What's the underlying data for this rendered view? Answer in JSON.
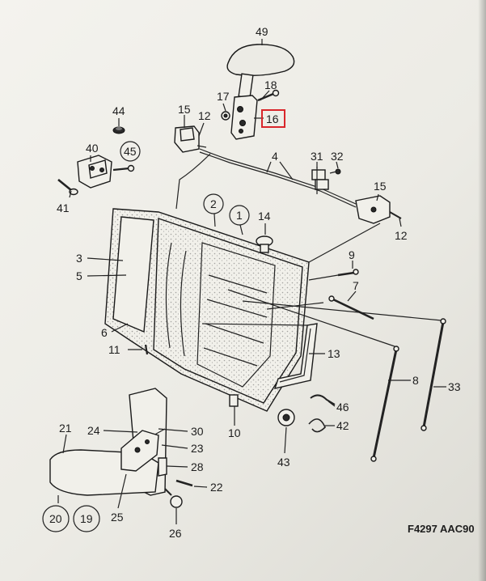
{
  "figure_code": "F4297 AAC90",
  "highlight_color": "#d9262b",
  "highlighted_part": "16",
  "callouts": {
    "c49": "49",
    "c18": "18",
    "c17": "17",
    "c16": "16",
    "c15a": "15",
    "c12a": "12",
    "c44": "44",
    "c40": "40",
    "c45": "45",
    "c41": "41",
    "c4": "4",
    "c31": "31",
    "c32": "32",
    "c15b": "15",
    "c12b": "12",
    "c2": "2",
    "c1": "1",
    "c14": "14",
    "c3": "3",
    "c5": "5",
    "c9": "9",
    "c7": "7",
    "c6": "6",
    "c11": "11",
    "c13": "13",
    "c8": "8",
    "c33": "33",
    "c46": "46",
    "c42": "42",
    "c10": "10",
    "c43": "43",
    "c21": "21",
    "c24": "24",
    "c30": "30",
    "c23": "23",
    "c28": "28",
    "c22": "22",
    "c25": "25",
    "c26": "26",
    "c20": "20",
    "c19": "19"
  }
}
